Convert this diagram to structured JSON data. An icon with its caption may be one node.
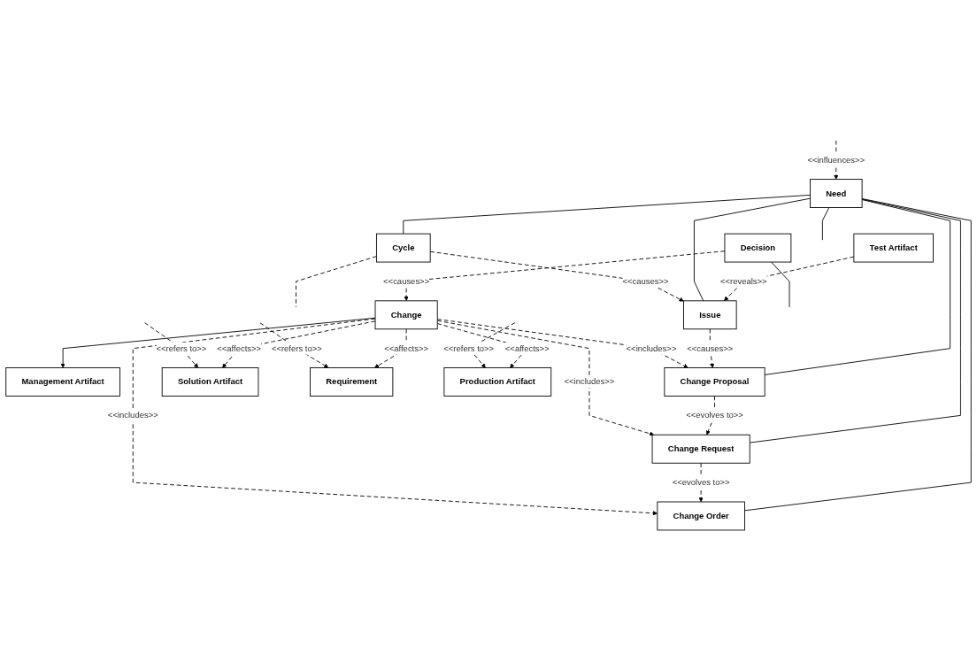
{
  "diagram": {
    "nodes": [
      {
        "text": [
          "Test Artifact"
        ]
      },
      {
        "text": [
          "Management Artifact"
        ]
      },
      {
        "text": [
          "Need"
        ]
      },
      {
        "text": [
          "Issue"
        ]
      },
      {
        "text": [
          "Cycle"
        ]
      },
      {
        "text": [
          "Change Proposal"
        ]
      },
      {
        "text": [
          "Change"
        ]
      },
      {
        "text": [
          "Solution Artifact"
        ]
      },
      {
        "text": [
          "Change Request"
        ]
      },
      {
        "text": [
          "Decision"
        ]
      },
      {
        "text": [
          "Requirement"
        ]
      },
      {
        "text": [
          "Change Order"
        ]
      },
      {
        "text": [
          "Production Artifact"
        ]
      }
    ],
    "edges": [
      {
        "from": 0,
        "to": 3,
        "arrow": "to",
        "style": "dashed",
        "label": "<<reveals>>"
      },
      {
        "from": 6,
        "to": 1,
        "arrow": "to"
      },
      {
        "from": 2,
        "to": 4,
        "arrow": "none"
      },
      {
        "from": 2,
        "to": 3,
        "arrow": "none"
      },
      {
        "from": 2,
        "to": 5,
        "arrow": "none"
      },
      {
        "from": 2,
        "to": 8,
        "arrow": "none"
      },
      {
        "from": 2,
        "to": 11,
        "arrow": "none"
      },
      {
        "from": 2,
        "to": null,
        "arrow": "none"
      },
      {
        "from": null,
        "to": 2,
        "arrow": "to",
        "style": "dashed",
        "label": "<<influences>>"
      },
      {
        "from": 4,
        "to": 3,
        "arrow": "to",
        "style": "dashed",
        "label": "<<causes>>"
      },
      {
        "from": 4,
        "to": null,
        "arrow": "none",
        "style": "dashed"
      },
      {
        "from": 3,
        "to": 5,
        "arrow": "to",
        "style": "dashed",
        "label": "<<causes>>"
      },
      {
        "from": 6,
        "to": 5,
        "arrow": "to",
        "style": "dashed",
        "label": "<<includes>>"
      },
      {
        "from": 6,
        "to": 7,
        "arrow": "to",
        "style": "dashed",
        "label": "<<affects>>"
      },
      {
        "from": null,
        "to": 7,
        "arrow": "to",
        "style": "dashed",
        "label": "<<refers to>>"
      },
      {
        "from": 5,
        "to": 8,
        "arrow": "to",
        "style": "dashed",
        "label": "<<evolves to>>"
      },
      {
        "from": 6,
        "to": 8,
        "arrow": "to",
        "style": "dashed",
        "label": "<<includes>>"
      },
      {
        "from": 9,
        "to": 6,
        "arrow": "to",
        "style": "dashed",
        "label": "<<causes>>"
      },
      {
        "from": 6,
        "to": 10,
        "arrow": "to",
        "style": "dashed",
        "label": "<<affects>>"
      },
      {
        "from": null,
        "to": 10,
        "arrow": "to",
        "style": "dashed",
        "label": "<<refers to>>"
      },
      {
        "from": 8,
        "to": 11,
        "arrow": "to",
        "style": "dashed",
        "label": "<<evolves to>>"
      },
      {
        "from": 6,
        "to": 11,
        "arrow": "to",
        "style": "dashed",
        "label": "<<includes>>"
      },
      {
        "from": 6,
        "to": 12,
        "arrow": "to",
        "style": "dashed",
        "label": "<<affects>>"
      },
      {
        "from": null,
        "to": 12,
        "arrow": "to",
        "style": "dashed",
        "label": "<<refers to>>"
      },
      {
        "from": 9,
        "to": null,
        "arrow": "none"
      }
    ]
  }
}
